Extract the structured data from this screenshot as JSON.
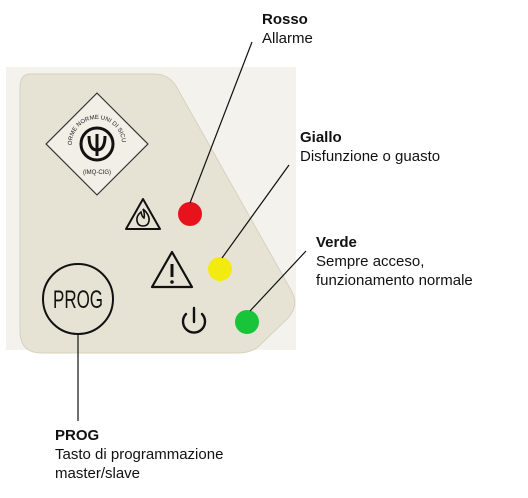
{
  "panel": {
    "certification_mark": {
      "ring_text_top": "CONFORME NORME UNI DI SICUREZZA",
      "ring_text_bottom": "(IMQ-CIG)",
      "icon": "imq-certification-icon"
    },
    "prog_button_text": "PROG",
    "symbols": {
      "flame_warning": "flame-warning-icon",
      "general_warning": "warning-icon",
      "power": "power-icon"
    }
  },
  "leds": {
    "red": {
      "color": "#e8121c"
    },
    "yellow": {
      "color": "#f3ea10"
    },
    "green": {
      "color": "#17c43a"
    }
  },
  "callouts": {
    "rosso": {
      "title": "Rosso",
      "lines": [
        "Allarme"
      ]
    },
    "giallo": {
      "title": "Giallo",
      "lines": [
        "Disfunzione o guasto"
      ]
    },
    "verde": {
      "title": "Verde",
      "lines": [
        "Sempre acceso,",
        "funzionamento normale"
      ]
    },
    "prog": {
      "title": "PROG",
      "lines": [
        "Tasto di programmazione",
        "master/slave"
      ]
    }
  }
}
